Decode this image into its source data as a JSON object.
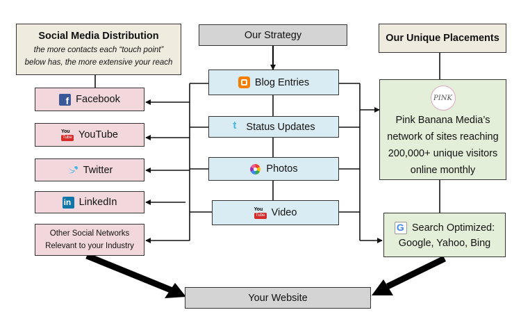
{
  "distribution": {
    "title": "Social Media Distribution",
    "subtitle": "the more contacts each “touch point” below has, the more extensive your reach"
  },
  "strategy": {
    "title": "Our Strategy",
    "items": [
      {
        "label": "Blog Entries",
        "icon": "blogger-icon"
      },
      {
        "label": "Status Updates",
        "icon": "twitter-bird-icon"
      },
      {
        "label": "Photos",
        "icon": "picasa-icon"
      },
      {
        "label": "Video",
        "icon": "youtube-icon"
      }
    ]
  },
  "networks": [
    {
      "label": "Facebook",
      "icon": "facebook-icon"
    },
    {
      "label": "YouTube",
      "icon": "youtube-icon"
    },
    {
      "label": "Twitter",
      "icon": "twitter-bird-icon"
    },
    {
      "label": "LinkedIn",
      "icon": "linkedin-icon"
    },
    {
      "label": "Other Social Networks Relevant to your Industry"
    }
  ],
  "placements": {
    "title": "Our Unique Placements",
    "logo_text": "PINK",
    "network_text": "Pink Banana Media’s network of sites reaching 200,000+ unique visitors online monthly",
    "search_title": "Search Optimized:",
    "search_engines": "Google, Yahoo, Bing"
  },
  "website": {
    "label": "Your Website"
  },
  "colors": {
    "beige": "#efecdf",
    "grey": "#d4d4d4",
    "blue": "#d9ecf3",
    "pink": "#f2d7dc",
    "green": "#e3efd8",
    "line": "#111111"
  }
}
